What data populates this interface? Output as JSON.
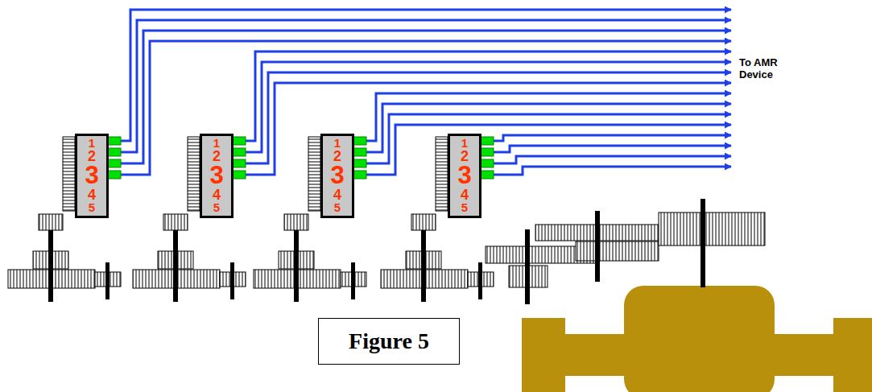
{
  "diagram": {
    "caption": "Figure 5",
    "nodes": [
      {
        "text": [
          "1",
          "2",
          "3",
          "4",
          "5"
        ]
      },
      {
        "text": [
          "1",
          "2",
          "3",
          "4",
          "5"
        ]
      },
      {
        "text": [
          "1",
          "2",
          "3",
          "4",
          "5"
        ]
      },
      {
        "text": [
          "1",
          "2",
          "3",
          "4",
          "5"
        ]
      }
    ],
    "labels": [
      "To AMR Device"
    ]
  }
}
